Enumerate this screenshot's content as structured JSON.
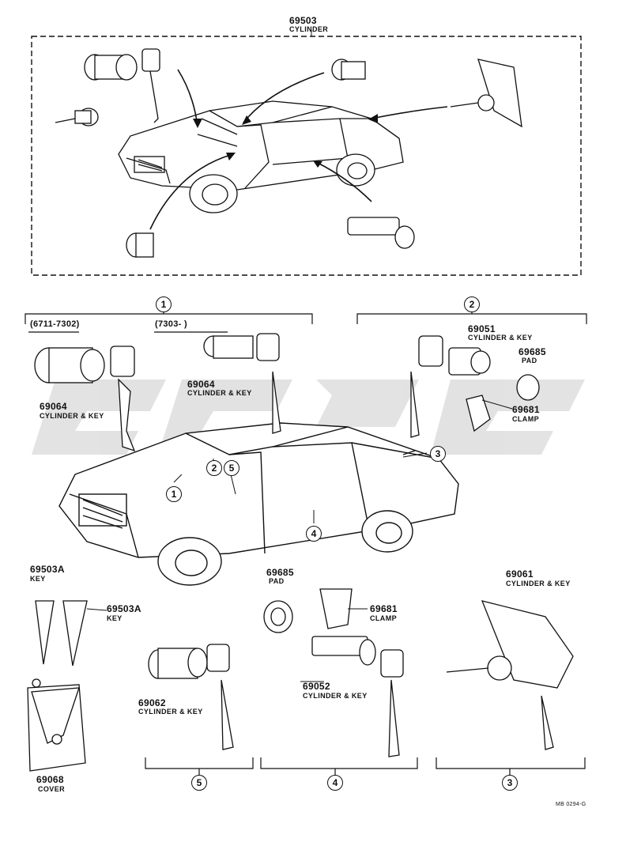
{
  "top": {
    "part_number": "69503",
    "part_name": "CYLINDER"
  },
  "groups": {
    "g1": {
      "index": "1",
      "range_a": "(6711-7302)",
      "range_b": "(7303-        )"
    },
    "g2": {
      "index": "2"
    },
    "g3": {
      "index": "3"
    },
    "g4": {
      "index": "4"
    },
    "g5": {
      "index": "5"
    }
  },
  "callouts": [
    "1",
    "2",
    "3",
    "4",
    "5"
  ],
  "parts": [
    {
      "id": "p1",
      "number": "69064",
      "name": "CYLINDER & KEY"
    },
    {
      "id": "p2",
      "number": "69064",
      "name": "CYLINDER & KEY"
    },
    {
      "id": "p3",
      "number": "69051",
      "name": "CYLINDER & KEY"
    },
    {
      "id": "p4",
      "number": "69685",
      "name": "PAD"
    },
    {
      "id": "p5",
      "number": "69681",
      "name": "CLAMP"
    },
    {
      "id": "p6",
      "number": "69503A",
      "name": "KEY"
    },
    {
      "id": "p7",
      "number": "69503A",
      "name": "KEY"
    },
    {
      "id": "p8",
      "number": "69685",
      "name": "PAD"
    },
    {
      "id": "p9",
      "number": "69681",
      "name": "CLAMP"
    },
    {
      "id": "p10",
      "number": "69061",
      "name": "CYLINDER & KEY"
    },
    {
      "id": "p11",
      "number": "69062",
      "name": "CYLINDER & KEY"
    },
    {
      "id": "p12",
      "number": "69052",
      "name": "CYLINDER & KEY"
    },
    {
      "id": "p13",
      "number": "69068",
      "name": "COVER"
    }
  ],
  "doc_code": "MB 0294-G"
}
